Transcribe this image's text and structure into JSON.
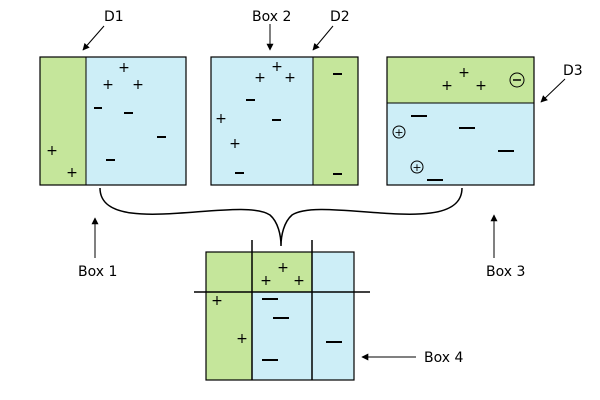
{
  "labels": {
    "d1": "D1",
    "d2": "D2",
    "d3": "D3",
    "box1": "Box 1",
    "box2": "Box 2",
    "box3": "Box 3",
    "box4": "Box 4"
  },
  "symbols": {
    "plus": "+",
    "minus": "−",
    "circled_plus": "+",
    "circled_minus": "−"
  },
  "colors": {
    "green": "#c5e69b",
    "blue": "#cdeef7",
    "stroke": "#000000"
  }
}
